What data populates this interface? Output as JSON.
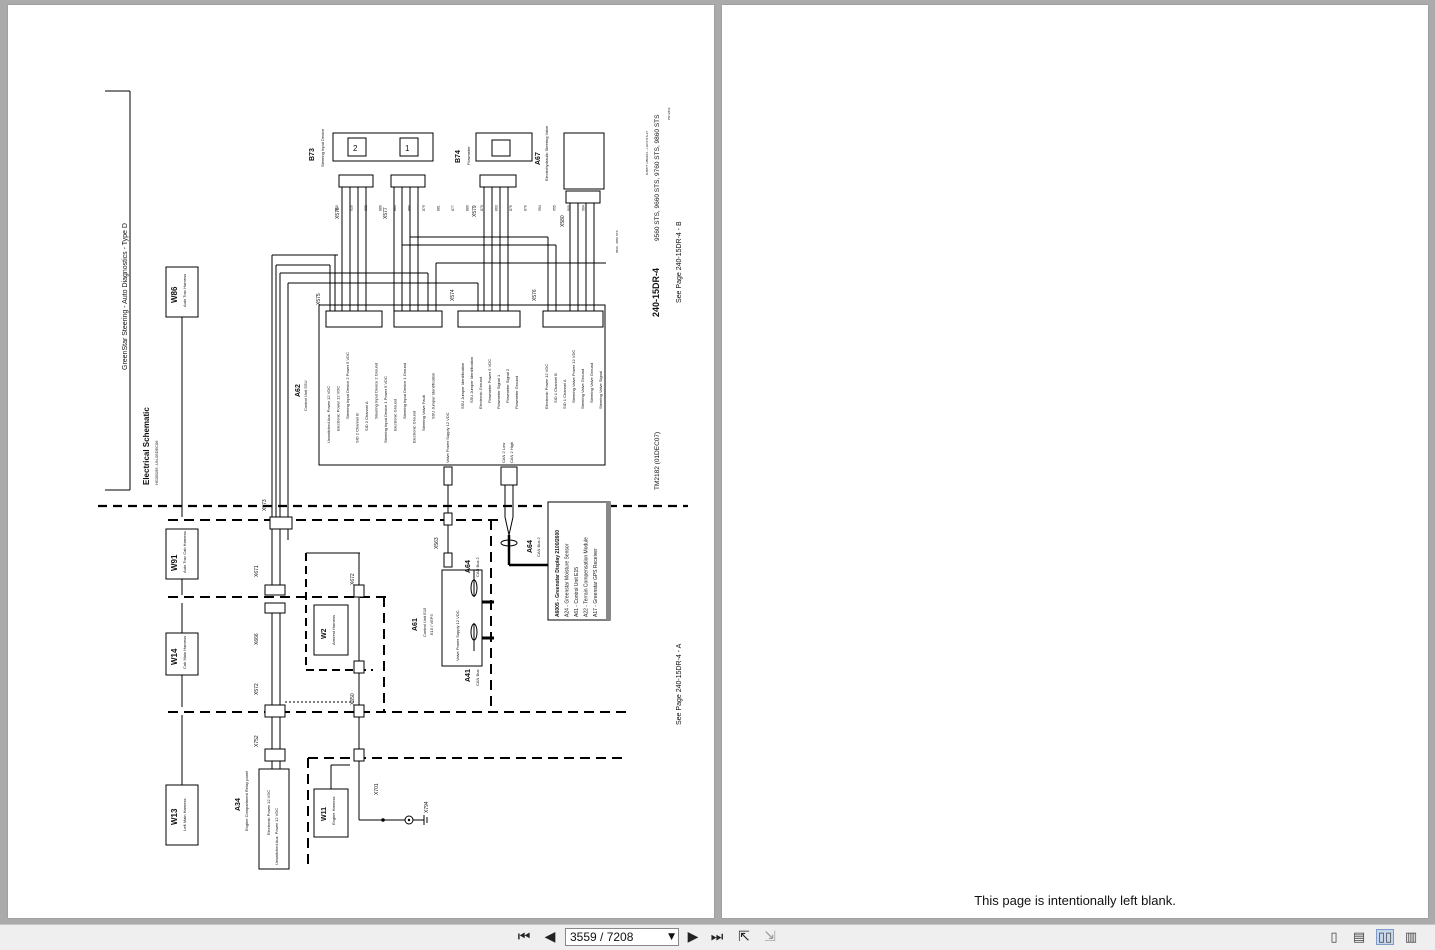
{
  "schematic": {
    "title": "Electrical Schematic",
    "title_code": "HG2B195 -UN-05DEC06",
    "system": "GreenStar Steering - Auto Diagnostics - Type D",
    "page_id": "240-15DR-4",
    "models": "9560 STS, 9660 STS, 9760 STS, 9860 STS",
    "manual": "TM2182 (01DEC07)",
    "see_page_b": "See Page 240-15DR-4 - B",
    "see_page_a": "See Page 240-15DR-4 - A",
    "harnesses": {
      "w86": {
        "id": "W86",
        "name": "Auto Trac Harness"
      },
      "w91": {
        "id": "W91",
        "name": "Auto Trac Cab Harness"
      },
      "w14": {
        "id": "W14",
        "name": "Cab Main Harness"
      },
      "w13": {
        "id": "W13",
        "name": "Left Main Harness"
      },
      "w2": {
        "id": "W2",
        "name": "Armrest Harness"
      },
      "w11": {
        "id": "W11",
        "name": "Engine Harness"
      }
    },
    "components": {
      "b73": {
        "id": "B73",
        "name": "Steering Input Device"
      },
      "b74": {
        "id": "B74",
        "name": "Flowmeter"
      },
      "a67": {
        "id": "A67",
        "name": "Electrohydraulic Steering Valve"
      },
      "a62": {
        "id": "A62",
        "name": "Control Unit SSU",
        "sub": "0-13"
      },
      "a61": {
        "id": "A61",
        "name": "Control Unit E15",
        "sub": "E15 / VEP3",
        "pin": "Valve Power Supply 12 VDC"
      },
      "a64": {
        "id": "A64",
        "name": "CAN Bus 2"
      },
      "a41": {
        "id": "A41",
        "name": "CAN Bus"
      },
      "a34": {
        "id": "A34",
        "name": "Engine Compartment Relay panel",
        "pins": [
          "Electronic Power 12 VDC",
          "Unswitched Aux. Power 12 VDC"
        ]
      }
    },
    "a62_pins_left": [
      "Unswitched Aux. Power 12 VDC",
      "Electronic Power 12 VDC",
      "Steering Input Device 2 Power 5 VDC",
      "SID 2 Channel B",
      "SID 2 Channel A",
      "Steering Input Device 2 Ground",
      "Steering Input Device 1 Power 5 VDC",
      "Electronic Ground",
      "Steering Input Device 1 Ground",
      "Electronic Ground",
      "Steering Valve Fault",
      "SSU Jumper Identification"
    ],
    "a62_pins_mid": [
      "SSU Jumper Identification",
      "SSU Jumper Identification",
      "Electronic Ground",
      "Flowmeter Power 5 VDC",
      "Flowmeter Signal 1",
      "Flowmeter Signal 2",
      "Flowmeter Ground"
    ],
    "a62_pins_right": [
      "Electronic Power 12 VDC",
      "SID 1 Channel B",
      "SID 1 Channel A",
      "Steering Valve Power 12 VDC",
      "Steering Valve Ground",
      "Steering Valve Ground",
      "Steering Valve Signal"
    ],
    "a62_pins_bottom": [
      "Valve Power Supply 12 VDC",
      "CAN 2 Low",
      "CAN 2 High"
    ],
    "can_list": [
      "A6005 - Greenstar Display 2100/2600",
      "A24 - Greenstar Moisture Sensor",
      "A61 - Control Unit E15",
      "A22 - Terrain Compensation Module",
      "A17 - Greenstar GPS Receiver"
    ],
    "connectors": [
      "X578",
      "X577",
      "X579",
      "X580",
      "X575",
      "X574",
      "X576",
      "X573",
      "X563",
      "X671",
      "X672",
      "X666",
      "X572",
      "X650",
      "X752",
      "X701",
      "X794"
    ],
    "wires_top": [
      "910",
      "020",
      "882",
      "880",
      "883",
      "890",
      "879",
      "881",
      "877",
      "880",
      "873",
      "863",
      "875",
      "870",
      "954",
      "955",
      "900",
      "964"
    ]
  },
  "blank_page": {
    "text": "This page is intentionally left blank."
  },
  "toolbar": {
    "page_indicator": "3559 / 7208"
  }
}
